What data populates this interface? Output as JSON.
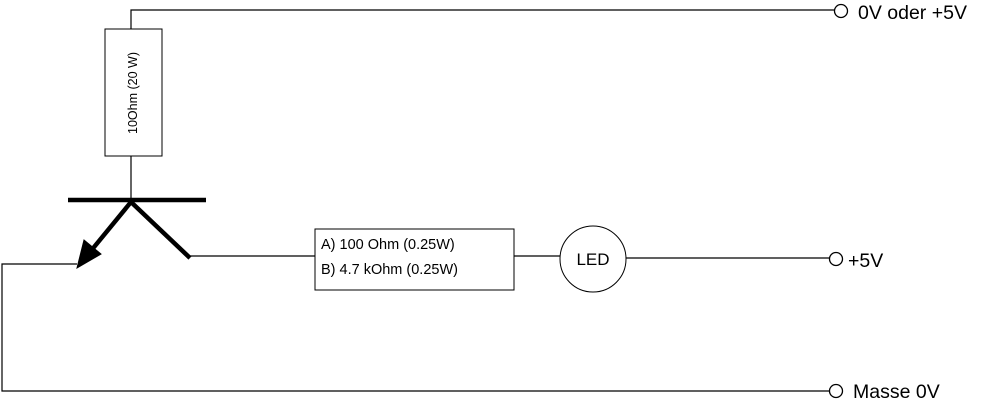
{
  "diagram": {
    "resistor_top": {
      "label": "10Ohm (20 W)"
    },
    "resistor_series": {
      "line_a": "A) 100 Ohm (0.25W)",
      "line_b": "B) 4.7 kOhm (0.25W)"
    },
    "led": {
      "label": "LED"
    },
    "terminals": {
      "top": "0V oder +5V",
      "mid": "+5V",
      "bottom": "Masse 0V"
    }
  }
}
